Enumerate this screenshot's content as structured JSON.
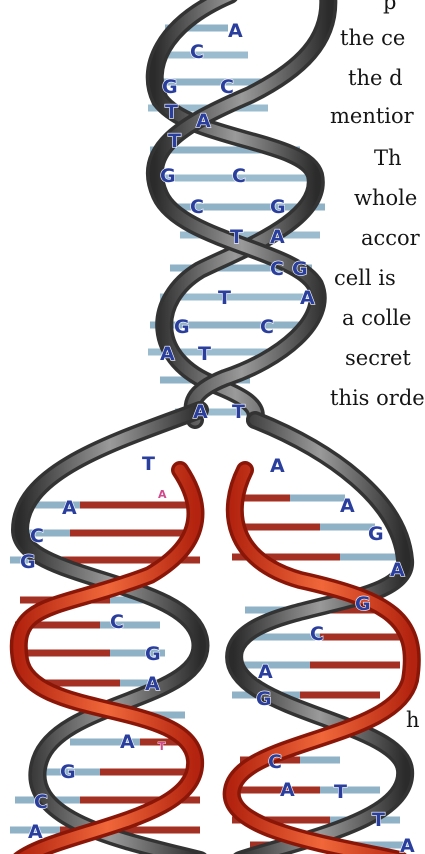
{
  "text_fragments": {
    "line1": "p",
    "line2": "the ce",
    "line3": "the d",
    "line4": "mentior",
    "line5": "Th",
    "line6": "whole",
    "line7": "accor",
    "line8": "cell is",
    "line9": "a colle",
    "line10": "secret",
    "line11": "this orde",
    "line12": "h"
  },
  "dna_bases": [
    "A",
    "C",
    "G",
    "C",
    "T",
    "T",
    "A",
    "G",
    "C",
    "C",
    "G",
    "T",
    "A",
    "C",
    "G",
    "T",
    "A",
    "G",
    "C",
    "A",
    "T",
    "A",
    "T",
    "T",
    "A",
    "A",
    "A",
    "C",
    "G",
    "G",
    "A",
    "C",
    "G",
    "A",
    "G",
    "A",
    "C",
    "G",
    "A",
    "G",
    "C",
    "C",
    "A",
    "T",
    "T",
    "A",
    "A",
    "A",
    "T"
  ],
  "colors": {
    "backbone_dark": "#3a3a3a",
    "backbone_red": "#cf3a18",
    "rung_blue": "#8fb2c7",
    "rung_red": "#a33023",
    "letter_blue": "#2a3e9e",
    "letter_pink": "#d24a8c"
  }
}
